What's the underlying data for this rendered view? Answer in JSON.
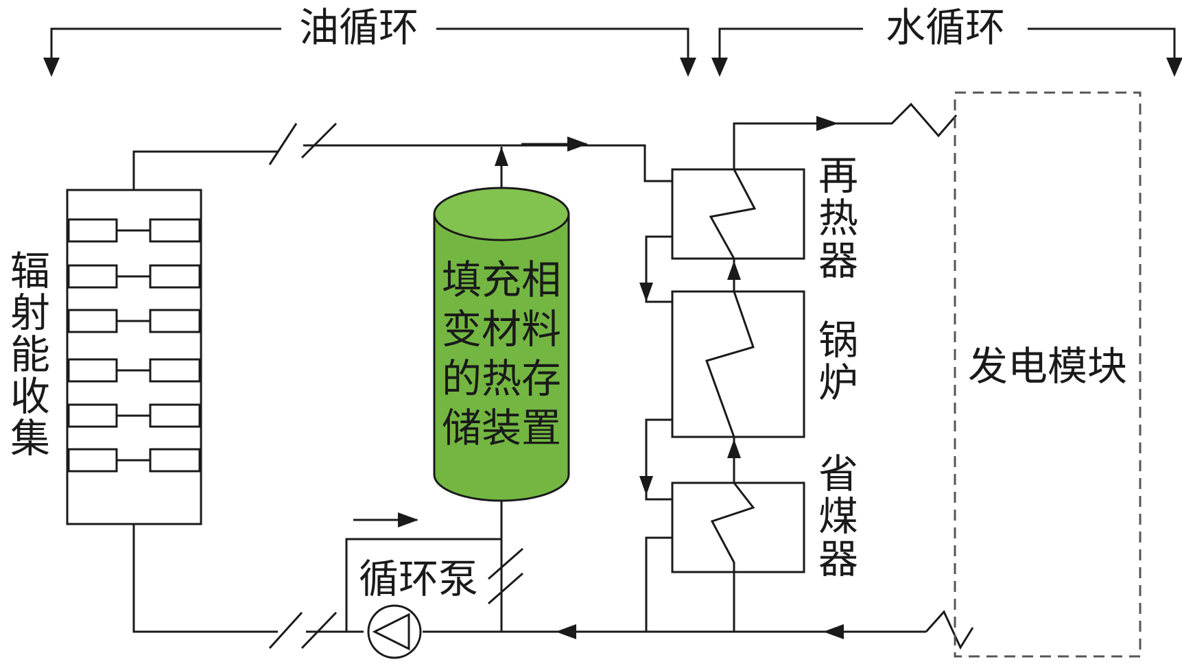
{
  "labels": {
    "oil_loop": "油循环",
    "water_loop": "水循环",
    "collector": [
      "辐",
      "射",
      "能",
      "收",
      "集"
    ],
    "storage": [
      "填充相",
      "变材料",
      "的热存",
      "储装置"
    ],
    "reheater": [
      "再",
      "热",
      "器"
    ],
    "boiler": [
      "锅",
      "炉"
    ],
    "economizer": [
      "省",
      "煤",
      "器"
    ],
    "pump": "循环泵",
    "power_module": "发电模块"
  },
  "colors": {
    "line": "#1a1a1a",
    "storage_fill": "#73b742",
    "storage_top": "#82c24f",
    "dashed_box": "#555555"
  }
}
